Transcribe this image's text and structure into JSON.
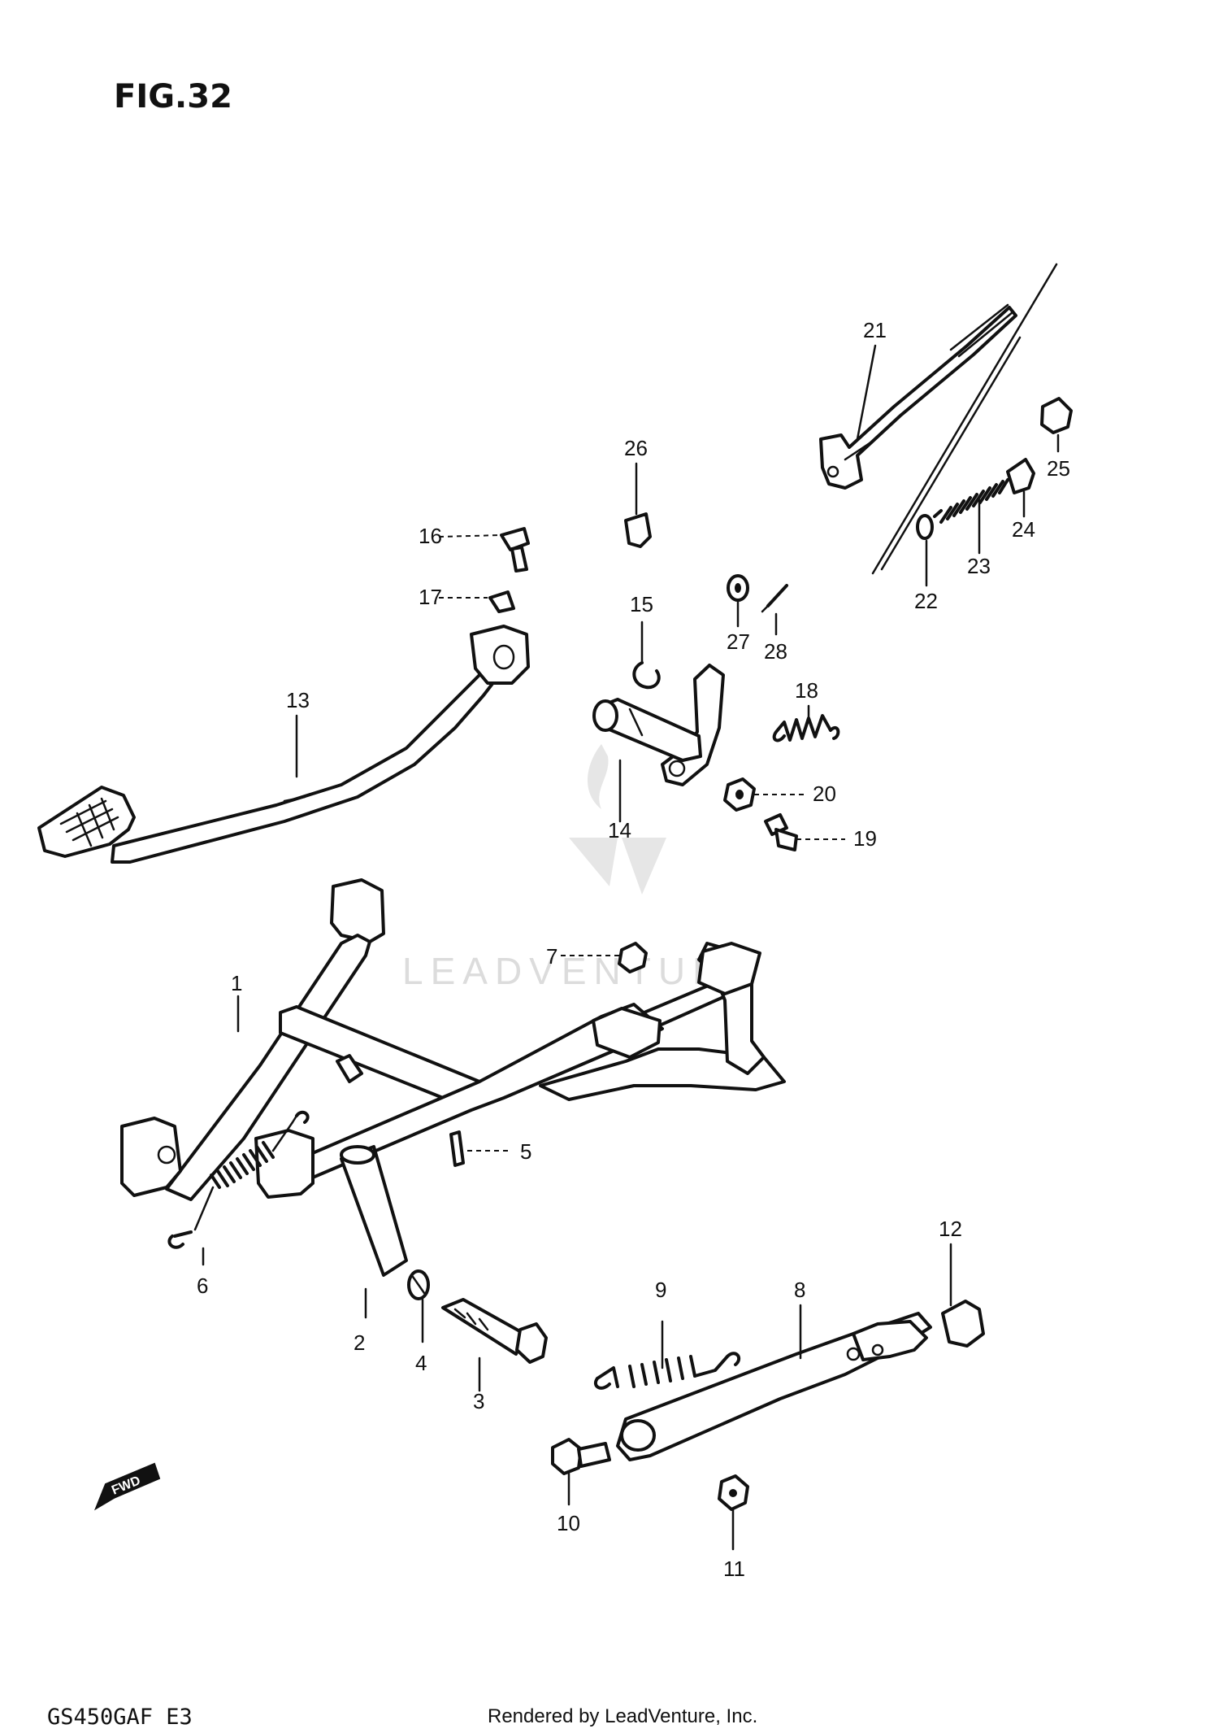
{
  "figure": {
    "title": "FIG.32"
  },
  "watermark": {
    "text": "LEADVENTURE"
  },
  "footer": {
    "model_code": "GS450GAF E3",
    "credit": "Rendered by LeadVenture, Inc."
  },
  "direction_marker": {
    "text": "FWD"
  },
  "callouts": [
    "1",
    "2",
    "3",
    "4",
    "5",
    "6",
    "7",
    "8",
    "9",
    "10",
    "11",
    "12",
    "13",
    "14",
    "15",
    "16",
    "17",
    "18",
    "19",
    "20",
    "21",
    "22",
    "23",
    "24",
    "25",
    "26",
    "27",
    "28"
  ],
  "colors": {
    "ink": "#111111",
    "background": "#ffffff",
    "watermark": "#dcdcdc"
  }
}
